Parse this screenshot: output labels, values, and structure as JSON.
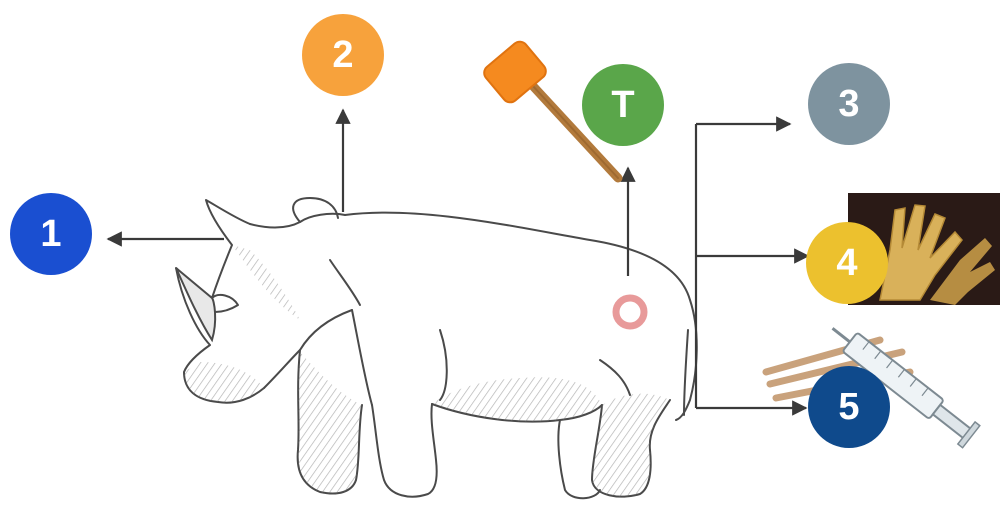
{
  "badges": [
    {
      "id": "1",
      "label": "1",
      "color": "#1a4fd1"
    },
    {
      "id": "2",
      "label": "2",
      "color": "#f7a23c"
    },
    {
      "id": "T",
      "label": "T",
      "color": "#5aa64a"
    },
    {
      "id": "3",
      "label": "3",
      "color": "#7e939f"
    },
    {
      "id": "4",
      "label": "4",
      "color": "#ecc12e"
    },
    {
      "id": "5",
      "label": "5",
      "color": "#0f4a8c"
    }
  ],
  "colors": {
    "arrow": "#3a3a3a",
    "sketch": "#555555",
    "marker_ring": "#e89a9a",
    "spatula_head": "#f58a1f",
    "spatula_handle": "#b27a3c"
  },
  "icons": [
    "rhino-sketch",
    "spatula-icon",
    "gloves-photo",
    "syringe-icon",
    "swab-sticks"
  ]
}
